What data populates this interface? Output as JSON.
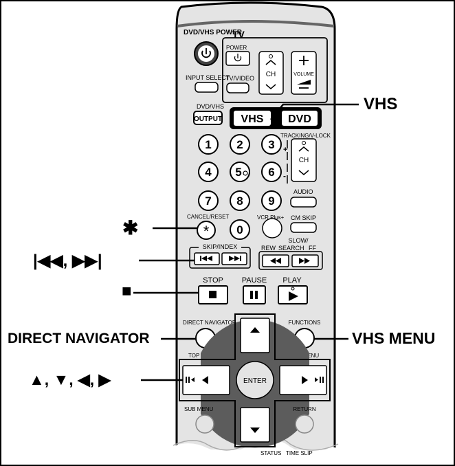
{
  "remote": {
    "dvd_vhs_power": "DVD/VHS POWER",
    "tv_header": "TV",
    "tv_power": "POWER",
    "input_select": "INPUT SELECT",
    "tv_video": "TV/VIDEO",
    "ch": "CH",
    "volume": "VOLUME",
    "dvd_vhs_small": "DVD/VHS",
    "output": "OUTPUT",
    "vhs_button": "VHS",
    "dvd_button": "DVD",
    "tracking": "TRACKING/V-LOCK",
    "digits": [
      "1",
      "2",
      "3",
      "4",
      "5",
      "6",
      "7",
      "8",
      "9",
      "0"
    ],
    "audio": "AUDIO",
    "cancel_reset": "CANCEL/RESET",
    "vcr_plus": "VCR Plus+",
    "cm_skip": "CM SKIP",
    "skip_index": "SKIP/INDEX",
    "slow_search": "SLOW/",
    "rew": "REW",
    "search": "SEARCH",
    "ff": "FF",
    "stop": "STOP",
    "pause": "PAUSE",
    "play": "PLAY",
    "direct_navigator": "DIRECT NAVIGATOR",
    "functions": "FUNCTIONS",
    "top_menu": "TOP MENU",
    "vhs_menu_small": "VHS MENU",
    "enter": "ENTER",
    "sub_menu": "SUB MENU",
    "return": "RETURN",
    "status": "STATUS",
    "time_slip": "TIME SLIP"
  },
  "callouts": {
    "vhs": "VHS",
    "asterisk": "✱",
    "skip": "|◀◀, ▶▶|",
    "stop": "■",
    "direct_navigator": "DIRECT NAVIGATOR",
    "arrows": "▲, ▼, ◀, ▶",
    "vhs_menu": "VHS MENU"
  },
  "colors": {
    "body": "#e4e4e4",
    "edge": "#000000",
    "dpad": "#5c5c5c",
    "button": "#ffffff"
  }
}
